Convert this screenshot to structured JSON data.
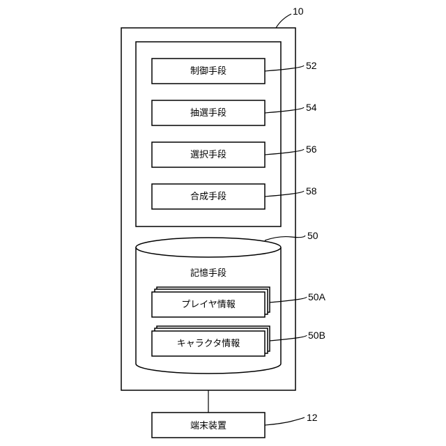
{
  "device": {
    "ref": "10"
  },
  "control_unit": {
    "modules": [
      {
        "label": "制御手段",
        "ref": "52"
      },
      {
        "label": "抽選手段",
        "ref": "54"
      },
      {
        "label": "選択手段",
        "ref": "56"
      },
      {
        "label": "合成手段",
        "ref": "58"
      }
    ]
  },
  "storage": {
    "label": "記憶手段",
    "ref": "50",
    "items": [
      {
        "label": "プレイヤ情報",
        "ref": "50A"
      },
      {
        "label": "キャラクタ情報",
        "ref": "50B"
      }
    ]
  },
  "terminal": {
    "label": "端末装置",
    "ref": "12"
  }
}
